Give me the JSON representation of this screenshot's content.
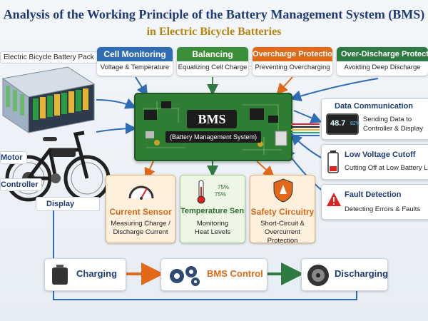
{
  "title": {
    "line1": "Analysis of the Working Principle of the Battery Management System (BMS)",
    "line2": "in Electric Bicycle Batteries"
  },
  "left_labels": {
    "battery_pack": "Electric Bicycle Battery Pack",
    "motor": "Motor",
    "controller": "Controller",
    "display": "Display"
  },
  "functions": [
    {
      "title": "Cell Monitoring",
      "desc": "Voltage & Temperature",
      "color": "#2e6db4"
    },
    {
      "title": "Balancing",
      "desc": "Equalizing Cell Charge",
      "color": "#3b8e3a"
    },
    {
      "title": "Overcharge Protection",
      "desc": "Preventing Overcharging",
      "color": "#e06a1a"
    },
    {
      "title": "Over-Discharge Protection",
      "desc": "Avoiding Deep Discharge",
      "color": "#2f7a43"
    }
  ],
  "bms": {
    "name": "BMS",
    "full_name": "(Battery Management System)"
  },
  "right_items": {
    "comm": {
      "title": "Data Communication",
      "desc": "Sending Data to Controller & Display",
      "screen_value": "48.7",
      "screen_percent": "82%"
    },
    "low_voltage": {
      "title": "Low Voltage Cutoff",
      "desc": "Cutting Off at Low Battery Level"
    },
    "fault": {
      "title": "Fault Detection",
      "desc": "Detecting Errors & Faults"
    }
  },
  "sensors": [
    {
      "title": "Current Sensor",
      "desc": "Measuring Charge / Discharge Current",
      "color": "#d2691e",
      "bg": "#fdf0dc"
    },
    {
      "title": "Temperature Sensors",
      "desc": "Monitoring Heat Levels",
      "color": "#2f6e2f",
      "bg": "#eef7e6",
      "readout1": "75%",
      "readout2": "75%"
    },
    {
      "title": "Safety Circuitry",
      "desc": "Short-Circuit & Overcurrent Protection",
      "color": "#d2691e",
      "bg": "#fdf0dc"
    }
  ],
  "flow": {
    "charging": "Charging",
    "bms_control": "BMS Control",
    "discharging": "Discharging"
  },
  "colors": {
    "title_blue": "#1f3b73",
    "title_gold": "#b8860b",
    "pcb_green": "#2f7d32",
    "arrow_blue": "#2e6db4",
    "arrow_orange": "#e06a1a",
    "arrow_green": "#2f7a43"
  },
  "icons": [
    "battery-pack-icon",
    "ebike-icon",
    "pcb-icon",
    "gauge-icon",
    "thermometer-icon",
    "shield-icon",
    "battery-low-icon",
    "warning-icon",
    "gears-icon",
    "motor-icon"
  ]
}
